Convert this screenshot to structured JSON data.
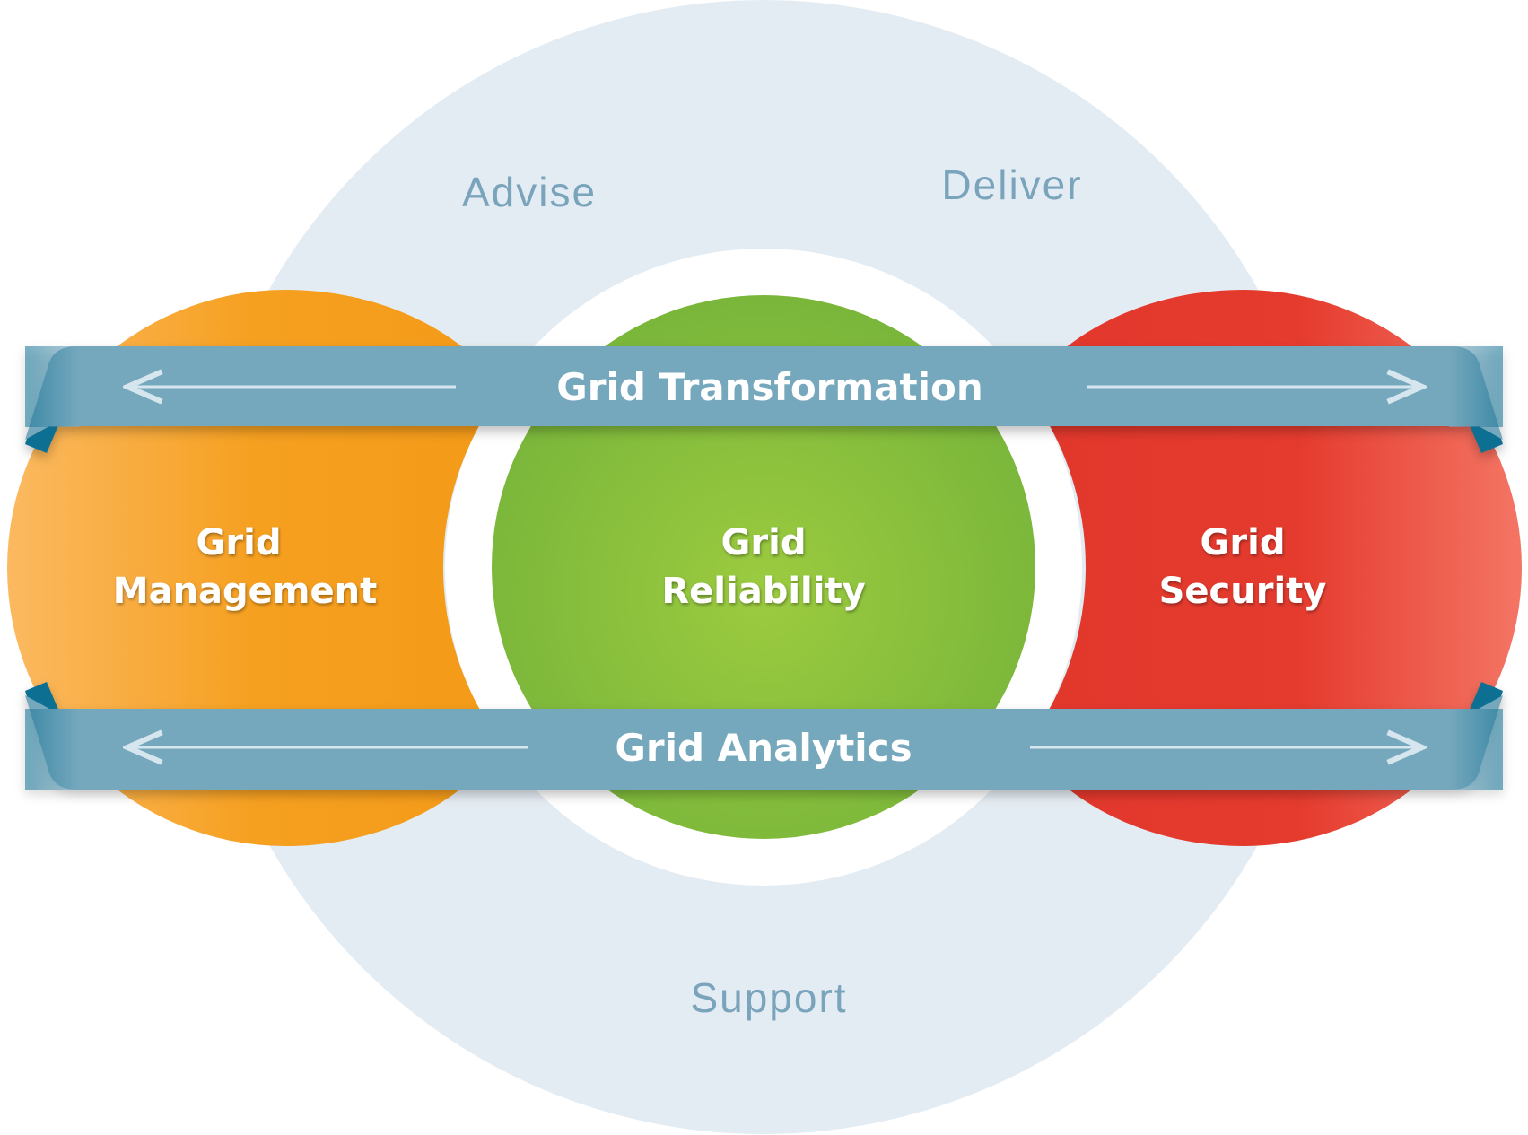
{
  "outer_ring": {
    "labels": {
      "advise": "Advise",
      "deliver": "Deliver",
      "support": "Support"
    }
  },
  "circles": {
    "left": {
      "line1": "Grid",
      "line2": "Management"
    },
    "center": {
      "line1": "Grid",
      "line2": "Reliability"
    },
    "right": {
      "line1": "Grid",
      "line2": "Security"
    }
  },
  "bands": {
    "top": {
      "label": "Grid Transformation"
    },
    "bottom": {
      "label": "Grid Analytics"
    }
  },
  "colors": {
    "outer_ring": "#e4ecf3",
    "outer_text": "#7aa4bc",
    "band": "#76a8bd",
    "band_edge": "#0e6f93",
    "arrow": "#d6e6ee",
    "orange": "#f6a020",
    "green": "#86bf3c",
    "red": "#e53b2e",
    "white": "#ffffff"
  }
}
